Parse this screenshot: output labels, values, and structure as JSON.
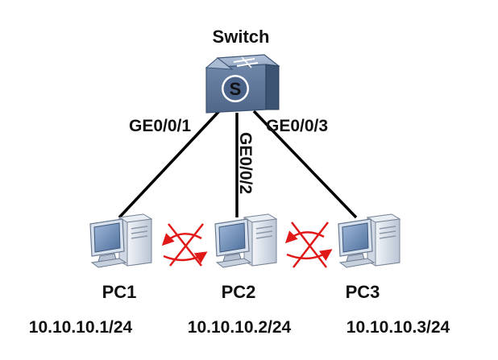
{
  "switch": {
    "name": "Switch",
    "icon": "switch-icon",
    "icon_glyph": "S"
  },
  "links": [
    {
      "id": "link-pc1",
      "port": "GE0/0/1"
    },
    {
      "id": "link-pc2",
      "port": "GE0/0/2"
    },
    {
      "id": "link-pc3",
      "port": "GE0/0/3"
    }
  ],
  "hosts": [
    {
      "id": "pc1",
      "name": "PC1",
      "ip": "10.10.10.1/24",
      "icon": "pc-icon"
    },
    {
      "id": "pc2",
      "name": "PC2",
      "ip": "10.10.10.2/24",
      "icon": "pc-icon"
    },
    {
      "id": "pc3",
      "name": "PC3",
      "ip": "10.10.10.3/24",
      "icon": "pc-icon"
    }
  ],
  "blocked_paths": [
    {
      "between": [
        "PC1",
        "PC2"
      ],
      "icon": "blocked-arrow-icon"
    },
    {
      "between": [
        "PC2",
        "PC3"
      ],
      "icon": "blocked-arrow-icon"
    }
  ],
  "colors": {
    "link_line": "#000000",
    "blocked_mark": "#e01818",
    "switch_top": "#8ea2bf",
    "switch_front": "#5a7396",
    "switch_side": "#3d5473",
    "pc_monitor": "#c9d5e6",
    "pc_screen": "#6f8fb8",
    "pc_tower": "#dde3ec"
  }
}
